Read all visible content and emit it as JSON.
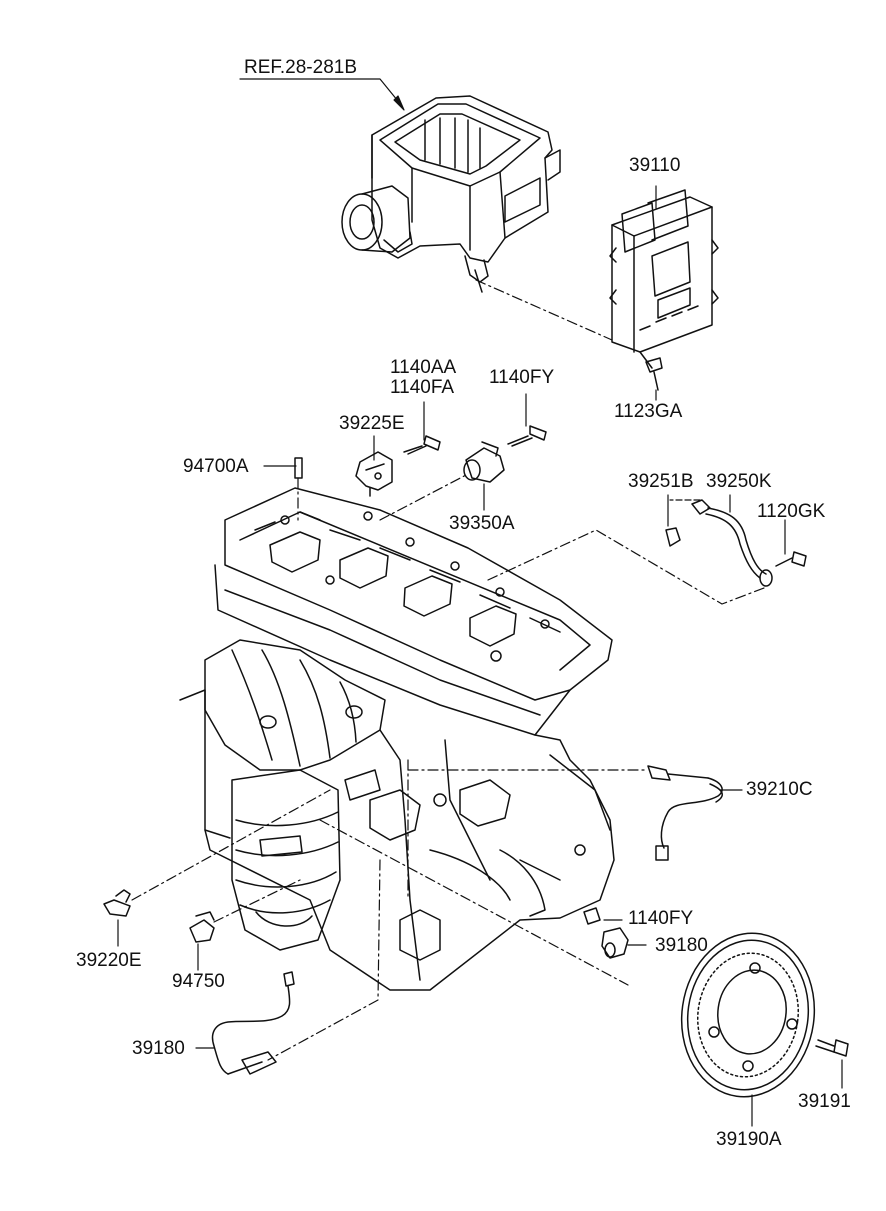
{
  "diagram": {
    "line_color": "#111111",
    "background": "#ffffff"
  },
  "labels": {
    "ref": "REF.28-281B",
    "p39110": "39110",
    "p1140AA": "1140AA",
    "p1140FA": "1140FA",
    "p1140FY_top": "1140FY",
    "p1123GA": "1123GA",
    "p39225E": "39225E",
    "p94700A": "94700A",
    "p39251B": "39251B",
    "p39250K": "39250K",
    "p1120GK": "1120GK",
    "p39350A": "39350A",
    "p39210C": "39210C",
    "p39220E": "39220E",
    "p94750": "94750",
    "p1140FY_bottom": "1140FY",
    "p39180_right": "39180",
    "p39180_left": "39180",
    "p39191": "39191",
    "p39190A": "39190A"
  }
}
